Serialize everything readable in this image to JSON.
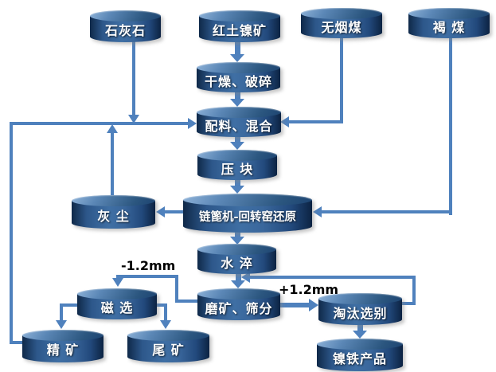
{
  "diagram": {
    "type": "process-flowchart",
    "language": "zh-CN",
    "description_visible_text_only": true
  },
  "nodes": {
    "limestone": {
      "label": "石灰石"
    },
    "laterite": {
      "label": "红土镍矿"
    },
    "anthracite": {
      "label": "无烟煤"
    },
    "lignite": {
      "label": "褐 煤"
    },
    "drying": {
      "label": "干燥、破碎"
    },
    "batching": {
      "label": "配料、混合"
    },
    "briquetting": {
      "label": "压 块"
    },
    "kiln": {
      "label": "链篦机-回转窑还原"
    },
    "dust": {
      "label": "灰 尘"
    },
    "quenching": {
      "label": "水 淬"
    },
    "grinding": {
      "label": "磨矿、筛分"
    },
    "magsep": {
      "label": "磁 选"
    },
    "elutriation": {
      "label": "淘汰选别"
    },
    "concentrate": {
      "label": "精 矿"
    },
    "tailings": {
      "label": "尾 矿"
    },
    "product": {
      "label": "镍铁产品"
    }
  },
  "edge_labels": {
    "undersize": "-1.2mm",
    "oversize": "+1.2mm"
  },
  "edges": [
    {
      "from": "laterite",
      "to": "drying"
    },
    {
      "from": "drying",
      "to": "batching"
    },
    {
      "from": "limestone",
      "to": "batching"
    },
    {
      "from": "anthracite",
      "to": "batching"
    },
    {
      "from": "dust",
      "to": "batching"
    },
    {
      "from": "concentrate",
      "to": "batching"
    },
    {
      "from": "batching",
      "to": "briquetting"
    },
    {
      "from": "briquetting",
      "to": "kiln"
    },
    {
      "from": "lignite",
      "to": "kiln"
    },
    {
      "from": "kiln",
      "to": "dust"
    },
    {
      "from": "kiln",
      "to": "quenching"
    },
    {
      "from": "quenching",
      "to": "grinding"
    },
    {
      "from": "grinding",
      "to": "magsep",
      "label": "-1.2mm"
    },
    {
      "from": "grinding",
      "to": "elutriation",
      "label": "+1.2mm"
    },
    {
      "from": "magsep",
      "to": "concentrate"
    },
    {
      "from": "magsep",
      "to": "tailings"
    },
    {
      "from": "elutriation",
      "to": "product"
    },
    {
      "from": "elutriation",
      "to": "grinding"
    }
  ],
  "colors": {
    "connector": "#4f81bd",
    "cylinder_edge": "#0f2949",
    "cylinder_center": "#3f6fa4",
    "cylinder_cap_highlight": "#8fb3d9",
    "node_text": "#ffffff",
    "size_label_text": "#000000",
    "background": "#ffffff"
  }
}
